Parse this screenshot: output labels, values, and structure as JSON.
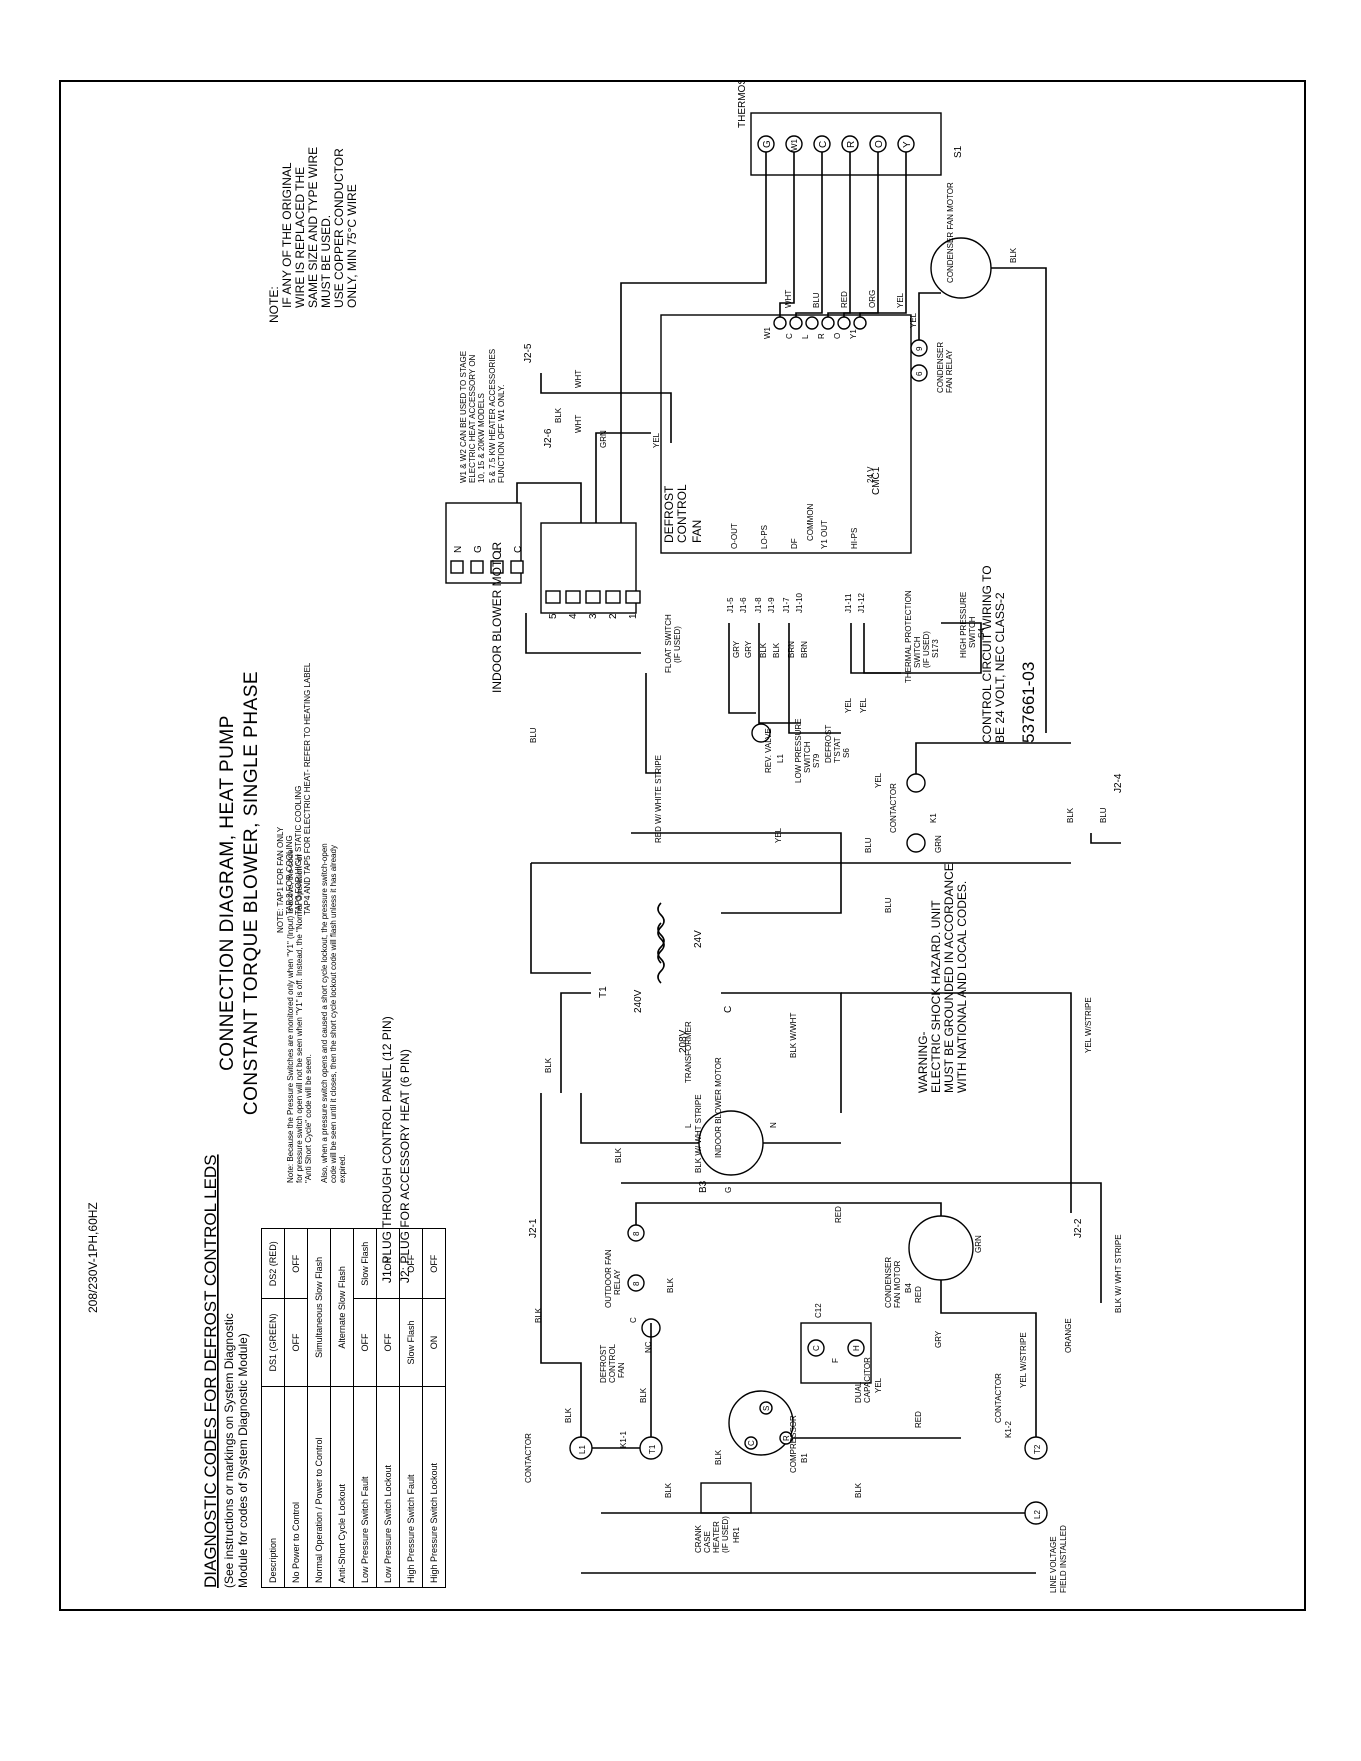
{
  "diagram": {
    "title_line1": "CONNECTION DIAGRAM, HEAT PUMP",
    "title_line2": "CONSTANT TORQUE BLOWER, SINGLE PHASE",
    "part_number": "537661-03",
    "note_header": "NOTE:",
    "note_lines": [
      "IF ANY OF THE ORIGINAL",
      "WIRE IS REPLACED THE",
      "SAME SIZE AND TYPE WIRE",
      "MUST BE USED.",
      "USE COPPER CONDUCTOR",
      "ONLY, MIN 75°C WIRE"
    ],
    "warning_lines": [
      "WARNING-",
      "ELECTRIC SHOCK HAZARD. UNIT",
      "MUST BE GROUNDED IN ACCORDANCE",
      "WITH NATIONAL AND LOCAL CODES."
    ],
    "control_circuit_lines": [
      "CONTROL CIRCUIT WIRING TO",
      "BE 24 VOLT, NEC CLASS-2"
    ],
    "w1w2_note_lines": [
      "W1 & W2 CAN BE USED TO STAGE",
      "ELECTRIC HEAT ACCESSORY ON",
      "10, 15 & 20KW MODELS",
      "5 & 7.5 KW HEATER ACCESSORIES",
      "FUNCTION OFF W1 ONLY."
    ],
    "tap_note_lines": [
      "NOTE: TAP1 FOR FAN ONLY",
      "TAP 2 FOR COOLING",
      "TAP3 FOR HIGH STATIC COOLING",
      "TAP4 AND TAP5 FOR ELECTRIC HEAT- REFER TO HEATING LABEL"
    ],
    "pressure_note_lines": [
      "Note: Because the Pressure Switches are monitored only when \"Y1\" (Input) is active, the code",
      "for pressure switch open will not be seen when \"Y1\" is off. Instead, the \"Normal Operation\" or",
      "\"Anti Short Cycle\" code will be seen."
    ],
    "lockout_note_lines": [
      "Also, when a pressure switch opens and caused a short cycle lockout, the pressure switch-open",
      "code will be seen until it closes, then the short cycle lockout code will flash unless it has already",
      "expired."
    ],
    "plug_j1": "J1: PLUG THROUGH CONTROL PANEL (12 PIN)",
    "plug_j2": "J2: PLUG FOR ACCESSORY HEAT (6 PIN)",
    "diag_title": "DIAGNOSTIC CODES FOR DEFROST CONTROL LEDS",
    "diag_sub_lines": [
      "(See instructions or markings on System Diagnostic",
      "Module for codes of System Diagnostic Module)"
    ],
    "table": {
      "headers": [
        "Description",
        "DS1 (GREEN)",
        "DS2 (RED)"
      ],
      "rows": [
        [
          "No Power to Control",
          "OFF",
          "OFF"
        ],
        [
          "Normal Operation / Power to Control",
          "Simultaneous Slow Flash",
          ""
        ],
        [
          "Anti-Short Cycle Lockout",
          "Alternate Slow Flash",
          ""
        ],
        [
          "Low Pressure Switch Fault",
          "OFF",
          "Slow Flash"
        ],
        [
          "Low Pressure Switch Lockout",
          "OFF",
          "ON"
        ],
        [
          "High Pressure Switch Fault",
          "Slow Flash",
          "OFF"
        ],
        [
          "High Pressure Switch Lockout",
          "ON",
          "OFF"
        ]
      ]
    },
    "thermostat": {
      "label": "THERMOSTAT",
      "id": "S1",
      "terminals": [
        "G",
        "W1",
        "C",
        "R",
        "O",
        "Y"
      ]
    },
    "cmc1": {
      "id": "CMC1",
      "top_terminals": [
        "W1",
        "C",
        "L",
        "R",
        "O",
        "Y1"
      ],
      "defrost_line1": "DEFROST",
      "defrost_line2": "CONTROL",
      "fan": "FAN",
      "pins": [
        "O-OUT",
        "LO-PS",
        "DF",
        "Y1 OUT",
        "HI-PS"
      ],
      "common": "COMMON",
      "v24": "24 V"
    },
    "j1_pins": [
      "J1-5",
      "J1-6",
      "J1-8",
      "J1-9",
      "J1-7",
      "J1-10",
      "J1-11",
      "J1-12"
    ],
    "wire_colors": {
      "wht": "WHT",
      "blu": "BLU",
      "red": "RED",
      "org": "ORG",
      "yel": "YEL",
      "grn": "GRN",
      "blk": "BLK",
      "gry": "GRY",
      "brn": "BRN",
      "red_white": "RED W/ WHITE STRIPE",
      "blk_wht": "BLK W/WHT",
      "yel_stripe": "YEL W/STRIPE",
      "blk_wht_stripe": "BLK W/ WHT STRIPE",
      "orange": "ORANGE"
    },
    "indoor_motor": {
      "label": "INDOOR BLOWER MOTOR",
      "pins": [
        "N",
        "G",
        "L",
        "C"
      ],
      "taps": [
        "5",
        "4",
        "3",
        "2",
        "1"
      ]
    },
    "components": {
      "condenser_relay_line1": "CONDENSER",
      "condenser_relay_line2": "FAN RELAY",
      "condenser_motor": "CONDENSER FAN MOTOR",
      "float_switch_line1": "FLOAT SWITCH",
      "float_switch_line2": "(IF USED)",
      "rev_valve": "REV. VALVE",
      "rev_valve_id": "L1",
      "low_pressure_line1": "LOW PRESSURE",
      "low_pressure_line2": "SWITCH",
      "low_pressure_id": "S79",
      "defrost_tstat_line1": "DEFROST",
      "defrost_tstat_line2": "T'STAT",
      "defrost_tstat_id": "S6",
      "thermal_line1": "THERMAL PROTECTION",
      "thermal_line2": "SWITCH",
      "thermal_line3": "(IF USED)",
      "thermal_id": "S173",
      "high_pressure_line1": "HIGH PRESSURE",
      "high_pressure_line2": "SWITCH",
      "high_pressure_id": "S4",
      "contactor": "CONTACTOR",
      "k1": "K1",
      "k1_1": "K1-1",
      "k1_2": "K1-2",
      "t1": "T1",
      "transformer": "TRANSFORMER",
      "v24": "24V",
      "v240": "240V",
      "v208": "208V",
      "tc": "C",
      "indoor_blower": "INDOOR BLOWER MOTOR",
      "b3": "B3",
      "outdoor_relay_line1": "OUTDOOR FAN",
      "outdoor_relay_line2": "RELAY",
      "defrost_fan_line1": "DEFROST",
      "defrost_fan_line2": "CONTROL",
      "defrost_fan_line3": "FAN",
      "condenser_b4_line1": "CONDENSER",
      "condenser_b4_line2": "FAN MOTOR",
      "b4": "B4",
      "c12": "C12",
      "dual_cap_line1": "DUAL",
      "dual_cap_line2": "CAPACITOR",
      "compressor": "COMPRESSOR",
      "b1": "B1",
      "crank_line1": "CRANK",
      "crank_line2": "CASE",
      "crank_line3": "HEATER",
      "crank_line4": "(IF USED)",
      "hr1": "HR1",
      "line_voltage_line1": "LINE VOLTAGE",
      "line_voltage_line2": "FIELD INSTALLED",
      "supply": "208/230V-1PH,60HZ",
      "l1": "L1",
      "l2": "L2",
      "t1c": "T1",
      "t2": "T2",
      "j2_1": "J2-1",
      "j2_2": "J2-2",
      "j2_4": "J2-4",
      "j2_5": "J2-5",
      "j2_6": "J2-6",
      "cap_c": "C",
      "cap_h": "H",
      "cap_f": "F",
      "comp_s": "S",
      "comp_r": "R",
      "comp_c": "C",
      "nc": "NC",
      "cc": "C",
      "relay_6": "6",
      "relay_9": "9",
      "relay_8": "8",
      "motor_l": "L",
      "motor_n": "N",
      "motor_g": "G",
      "gnd": "GRN"
    }
  }
}
